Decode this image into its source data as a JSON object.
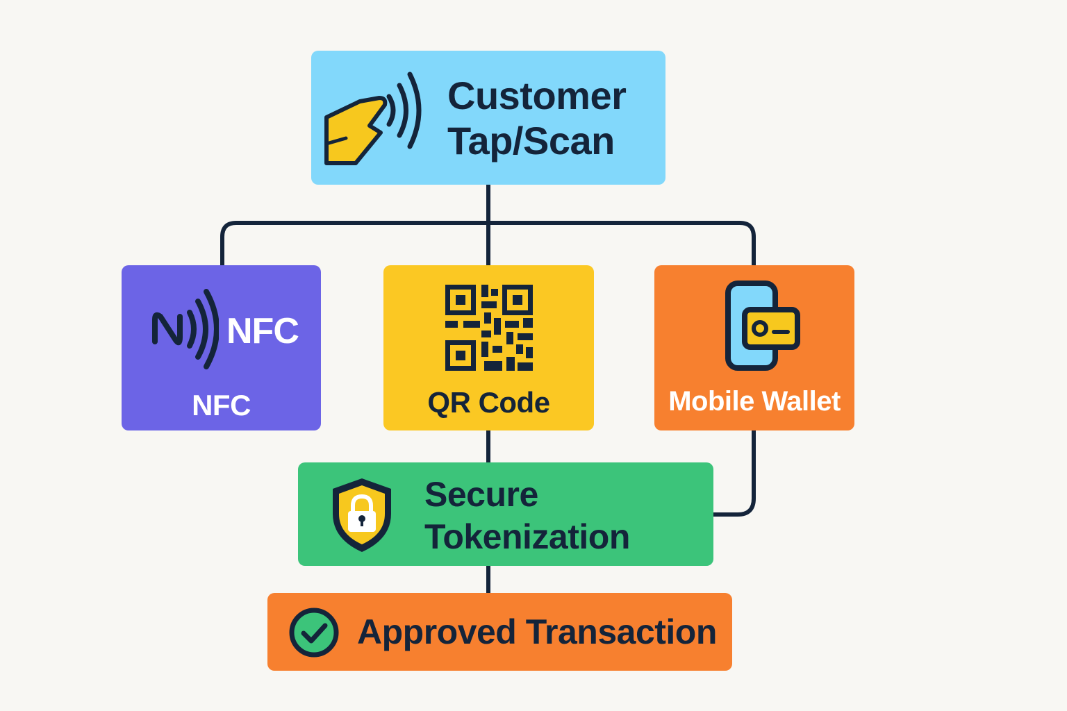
{
  "colors": {
    "background": "#f8f7f3",
    "connector": "#14243a",
    "customer_box": "#82d8fb",
    "nfc_box": "#6c64e6",
    "qr_box": "#fbc823",
    "wallet_box": "#f7802f",
    "secure_box": "#3cc47a",
    "approved_box": "#f7802f",
    "accent_yellow": "#f7c81e"
  },
  "nodes": {
    "customer": {
      "title_line1": "Customer",
      "title_line2": "Tap/Scan",
      "icon": "hand-tap-icon"
    },
    "nfc": {
      "badge": "NFC",
      "caption": "NFC",
      "icon": "nfc-icon"
    },
    "qr": {
      "caption": "QR Code",
      "icon": "qr-code-icon"
    },
    "wallet": {
      "caption": "Mobile Wallet",
      "icon": "mobile-wallet-icon"
    },
    "secure": {
      "title_line1": "Secure",
      "title_line2": "Tokenization",
      "icon": "shield-lock-icon"
    },
    "approved": {
      "label": "Approved Transaction",
      "icon": "check-circle-icon"
    }
  },
  "edges": [
    [
      "customer",
      "nfc"
    ],
    [
      "customer",
      "qr"
    ],
    [
      "customer",
      "wallet"
    ],
    [
      "qr",
      "secure"
    ],
    [
      "wallet",
      "secure"
    ],
    [
      "secure",
      "approved"
    ]
  ]
}
